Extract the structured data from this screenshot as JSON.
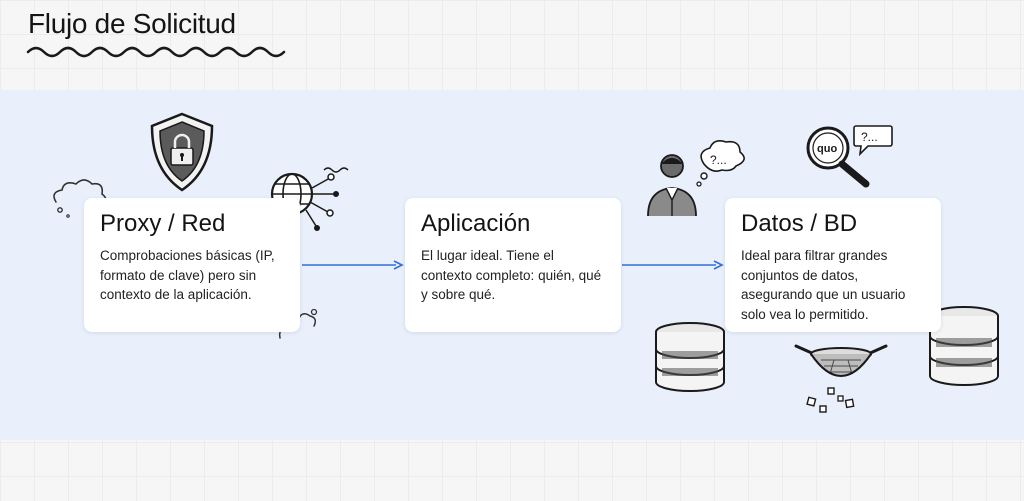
{
  "title": "Flujo de Solicitud",
  "steps": [
    {
      "title": "Proxy / Red",
      "text": "Comprobaciones básicas (IP, formato de clave) pero sin contexto de la aplicación."
    },
    {
      "title": "Aplicación",
      "text": "El lugar ideal. Tiene el contexto completo: quién, qué y sobre qué."
    },
    {
      "title": "Datos / BD",
      "text": "Ideal para filtrar grandes conjuntos de datos, asegurando que un usuario solo vea lo permitido."
    }
  ],
  "bubble_text_1": "?...",
  "bubble_text_2": "?...",
  "magnifier_text": "quo",
  "colors": {
    "band": "#e9f0fb",
    "arrow": "#2f6fe0",
    "ink": "#1a1a1a"
  },
  "icons": [
    "shield-lock-icon",
    "globe-network-icon",
    "cloud-icon",
    "user-icon",
    "thought-bubble-icon",
    "magnifier-icon",
    "speech-bubble-icon",
    "database-icon",
    "sieve-icon"
  ]
}
